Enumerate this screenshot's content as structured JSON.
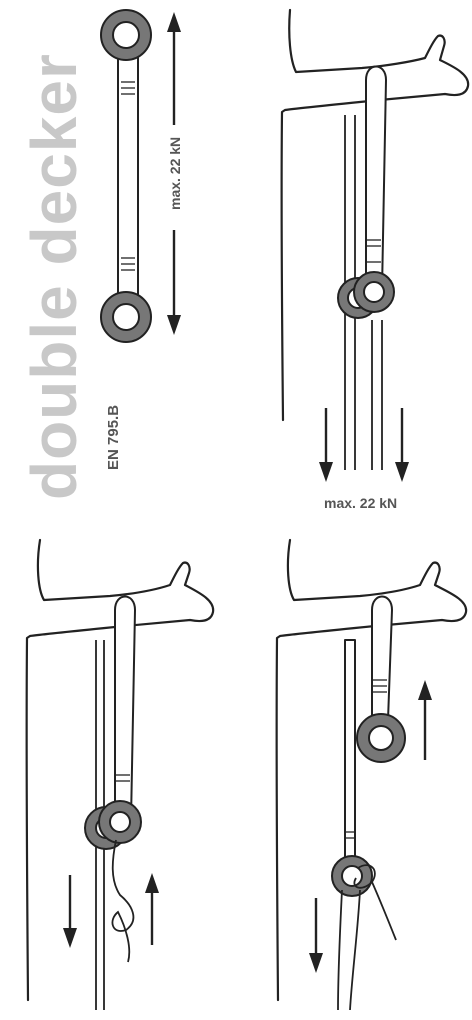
{
  "title": "double decker",
  "standard": "EN 795.B",
  "load_label_top": "max. 22 kN",
  "load_label_right": "max. 22 kN",
  "colors": {
    "title_grey": "#c8c8c8",
    "ring_grey": "#777777",
    "ink": "#222222",
    "label_grey": "#555555"
  },
  "panels": [
    {
      "id": "sling-overview",
      "icon": "sling-with-two-rings"
    },
    {
      "id": "tree-double-rope",
      "icon": "tree-branch-with-sling-and-rings"
    },
    {
      "id": "tree-knot",
      "icon": "tree-branch-with-sling-knot"
    },
    {
      "id": "tree-single-ring",
      "icon": "tree-branch-with-sling-single-ring"
    }
  ]
}
